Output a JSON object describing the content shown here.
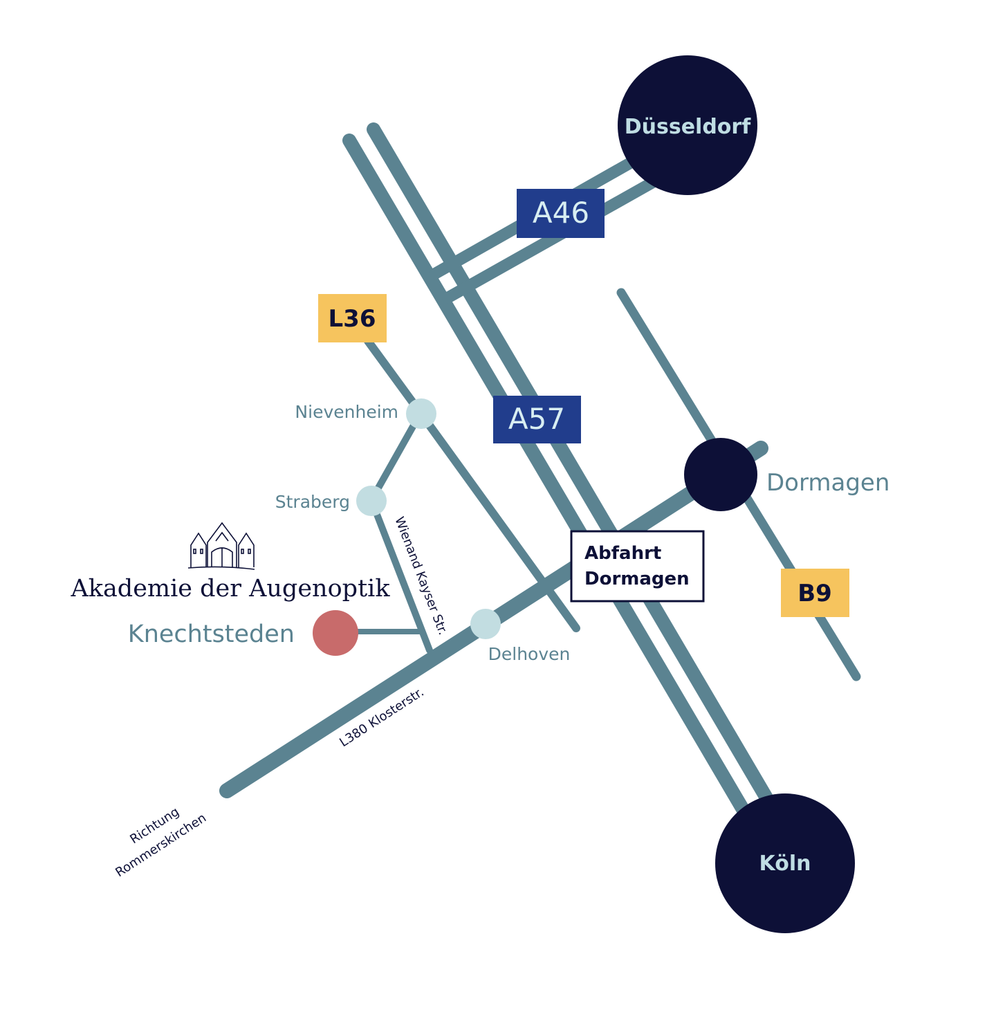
{
  "colors": {
    "road": "#5b8391",
    "city": "#0d1037",
    "city_text": "#bfdde3",
    "motorway_sign": "#213d8c",
    "motorway_text": "#d8eef2",
    "state_sign": "#f6c45e",
    "state_text": "#0d1037",
    "village": "#c2dde1",
    "village_text": "#5b8391",
    "destination": "#c86b6b",
    "academy_text": "#0d1037"
  },
  "cities": {
    "duesseldorf": "Düsseldorf",
    "koeln": "Köln",
    "dormagen": "Dormagen"
  },
  "signs": {
    "a46": "A46",
    "a57": "A57",
    "l36": "L36",
    "b9": "B9"
  },
  "villages": {
    "nievenheim": "Nievenheim",
    "straberg": "Straberg",
    "delhoven": "Delhoven"
  },
  "exit": {
    "line1": "Abfahrt",
    "line2": "Dormagen"
  },
  "streets": {
    "wienand": "Wienand Kayser Str.",
    "klosterstr": "L380 Klosterstr.",
    "richtung_line1": "Richtung",
    "richtung_line2": "Rommerskirchen"
  },
  "academy": {
    "name": "Akademie der Augenoptik",
    "icon": "abbey-building-icon"
  },
  "destination": {
    "name": "Knechtsteden"
  }
}
